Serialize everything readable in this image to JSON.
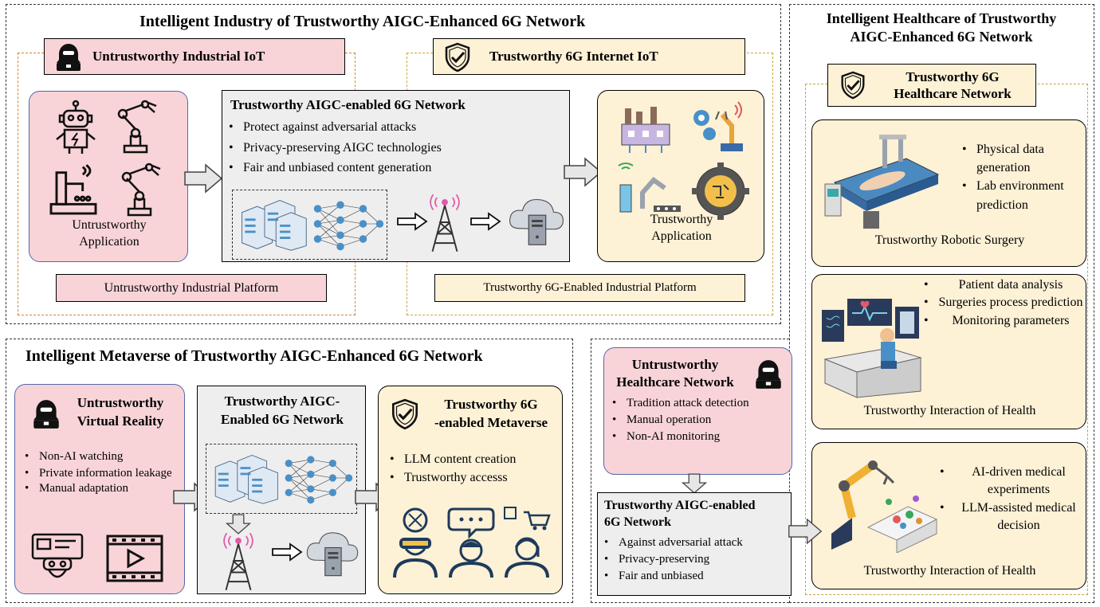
{
  "industry": {
    "title": "Intelligent Industry of  Trustworthy AIGC-Enhanced 6G Network",
    "untrust_iot": "Untrustworthy Industrial IoT",
    "trust_iot": "Trustworthy 6G Internet IoT",
    "untrust_app": "Untrustworthy Application",
    "network_title": "Trustworthy AIGC-enabled 6G Network",
    "network_bullets": [
      "Protect against adversarial attacks",
      "Privacy-preserving AIGC technologies",
      "Fair and unbiased content generation"
    ],
    "trust_app": "Trustworthy Application",
    "untrust_platform": "Untrustworthy Industrial Platform",
    "trust_platform": "Trustworthy 6G-Enabled Industrial Platform"
  },
  "healthcare": {
    "title_line1": "Intelligent Healthcare of  Trustworthy",
    "title_line2": "AIGC-Enhanced 6G Network",
    "network_line1": "Trustworthy 6G",
    "network_line2": "Healthcare Network",
    "surgery_bullets": [
      "Physical data generation",
      "Lab environment prediction"
    ],
    "surgery_label": "Trustworthy Robotic Surgery",
    "interaction_bullets": [
      "Patient data analysis",
      "Surgeries process prediction",
      "Monitoring parameters"
    ],
    "interaction_label": "Trustworthy Interaction of Health",
    "lab_bullets": [
      "AI-driven medical experiments",
      "LLM-assisted medical decision"
    ],
    "lab_label": "Trustworthy Interaction of Health"
  },
  "metaverse": {
    "title": "Intelligent Metaverse of  Trustworthy AIGC-Enhanced 6G Network",
    "untrust_vr_line1": "Untrustworthy",
    "untrust_vr_line2": "Virtual Reality",
    "vr_bullets": [
      "Non-AI watching",
      "Private information leakage",
      "Manual adaptation"
    ],
    "network_line1": "Trustworthy AIGC-",
    "network_line2": "Enabled 6G Network",
    "meta_line1": "Trustworthy 6G",
    "meta_line2": "-enabled Metaverse",
    "meta_bullets": [
      "LLM content creation",
      "Trustworthy accesss"
    ]
  },
  "health_network": {
    "untrust_line1": "Untrustworthy",
    "untrust_line2": "Healthcare Network",
    "untrust_bullets": [
      "Tradition attack detection",
      "Manual operation",
      "Non-AI monitoring"
    ],
    "trust_line1": "Trustworthy AIGC-enabled",
    "trust_line2": "6G Network",
    "trust_bullets": [
      "Against adversarial attack",
      "Privacy-preserving",
      "Fair and unbiased"
    ]
  },
  "colors": {
    "pink": "#f8d4d8",
    "cream": "#fdf1d6",
    "grey": "#eeeeee",
    "blue": "#4a90c8",
    "orange_dash": "#d9822b",
    "gold_dash": "#c9a43a"
  }
}
